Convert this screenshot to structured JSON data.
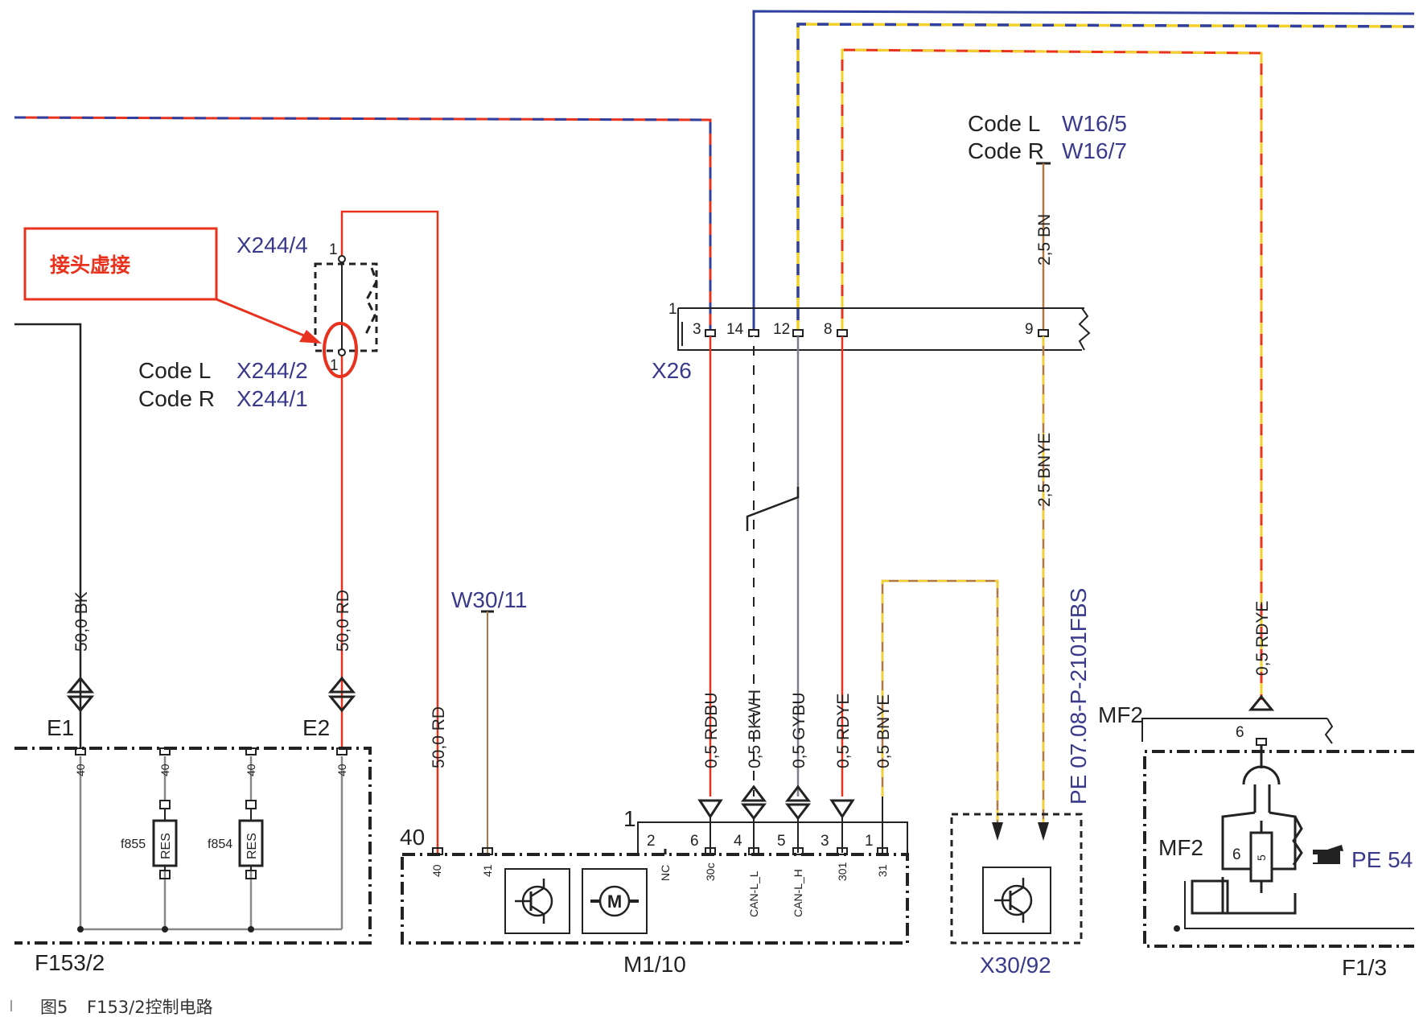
{
  "colors": {
    "red": "#e8321e",
    "blue": "#3040a0",
    "yellow": "#f2d12a",
    "brown": "#b07840",
    "black": "#222222",
    "gray": "#888888",
    "label_blue": "#3a3a8c"
  },
  "annotation": {
    "text": "接头虚接"
  },
  "caption": {
    "fig": "图5",
    "text": "F153/2控制电路"
  },
  "connectors": {
    "x244_4": "X244/4",
    "x244_code_l": "Code L",
    "x244_2": "X244/2",
    "x244_code_r": "Code R",
    "x244_1": "X244/1",
    "x244_pin_top": "1",
    "x244_pin_bot": "1",
    "x26": "X26",
    "x26_pin1": "1",
    "x26_pins": [
      "3",
      "14",
      "12",
      "8",
      "9"
    ],
    "w16_code_l": "Code L",
    "w16_5": "W16/5",
    "w16_code_r": "Code R",
    "w16_7": "W16/7",
    "w30_11": "W30/11",
    "pe_ref": "PE 07.08-P-2101FBS",
    "pe_5": "PE 54"
  },
  "wires": {
    "bk50": "50,0 BK",
    "rd50_a": "50,0 RD",
    "rd50_b": "50,0 RD",
    "bn25": "2,5 BN",
    "bnye25": "2,5 BNYE",
    "rdbu05": "0,5 RDBU",
    "bkwh05": "0,5 BKWH",
    "gybu05": "0,5 GYBU",
    "rdye05": "0,5 RDYE",
    "bnye05": "0,5 BNYE",
    "rdye05_r": "0,5 RDYE"
  },
  "components": {
    "e1": "E1",
    "e2": "E2",
    "f153": "F153/2",
    "f855": "f855",
    "f854": "f854",
    "res": "RES",
    "pin40": "40",
    "m110": "M1/10",
    "m110_pin1": "1",
    "m110_pin40": "40",
    "m110_pins": [
      "40",
      "41",
      "NC",
      "30c",
      "CAN-L_L",
      "CAN-L_H",
      "301",
      "31"
    ],
    "m110_pinnums": [
      "2",
      "6",
      "4",
      "5",
      "3",
      "1"
    ],
    "x30_92": "X30/92",
    "mf2_top": "MF2",
    "mf2_pin": "6",
    "mf2_in": "MF2",
    "mf2_inner": "6",
    "mf2_inner2": "5",
    "f1_3": "F1/3"
  }
}
